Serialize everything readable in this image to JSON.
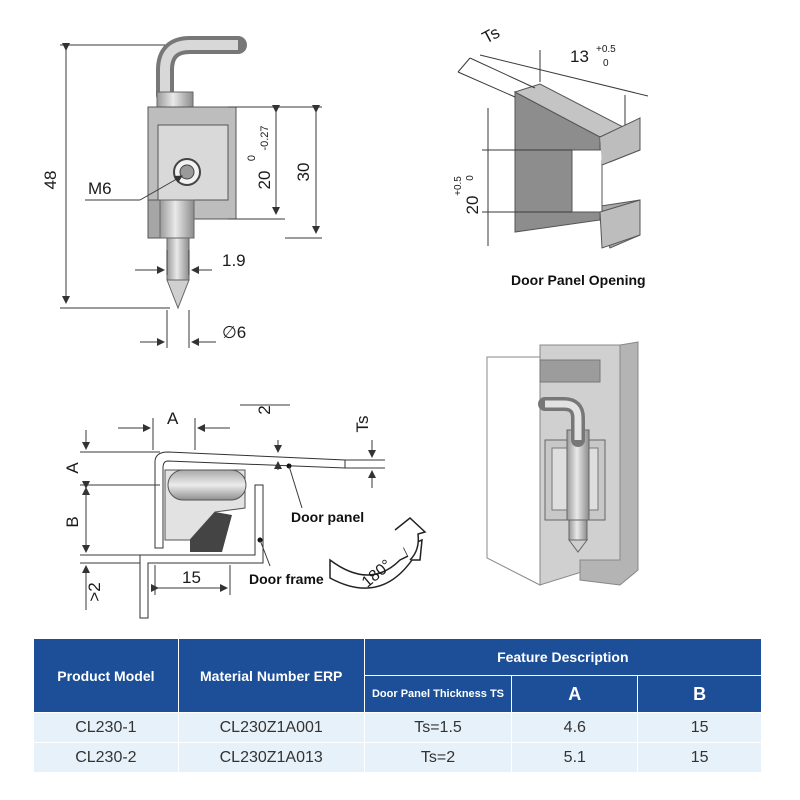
{
  "top_left_drawing": {
    "dim_total_height": "48",
    "dim_thread": "M6",
    "dim_width_20": "20",
    "dim_tol_upper": "0",
    "dim_tol_lower": "-0.27",
    "dim_height_30": "30",
    "dim_pin_offset": "1.9",
    "dim_pin_diameter": "∅6"
  },
  "door_panel_opening": {
    "dim_ts": "Ts",
    "dim_13": "13",
    "dim_13_tol_upper": "+0.5",
    "dim_13_tol_lower": "0",
    "dim_20": "20",
    "dim_20_tol_upper": "+0.5",
    "dim_20_tol_lower": "0",
    "caption": "Door Panel Opening"
  },
  "installation_drawing": {
    "dim_a_top": "A",
    "dim_2": "2",
    "dim_ts": "Ts",
    "dim_a_side": "A",
    "dim_b": "B",
    "dim_15": "15",
    "dim_gt2": ">2",
    "label_door_panel": "Door panel",
    "label_door_frame": "Door frame",
    "rotation": "180°"
  },
  "table": {
    "headers": {
      "product_model": "Product Model",
      "material_number": "Material Number ERP",
      "feature_description": "Feature Description",
      "thickness": "Door Panel Thickness TS",
      "a": "A",
      "b": "B"
    },
    "rows": [
      {
        "model": "CL230-1",
        "material": "CL230Z1A001",
        "ts": "Ts=1.5",
        "a": "4.6",
        "b": "15"
      },
      {
        "model": "CL230-2",
        "material": "CL230Z1A013",
        "ts": "Ts=2",
        "a": "5.1",
        "b": "15"
      }
    ]
  },
  "colors": {
    "table_header": "#1c4f97",
    "table_row": "#e7f1f9",
    "metal": "#b9b9b9"
  }
}
